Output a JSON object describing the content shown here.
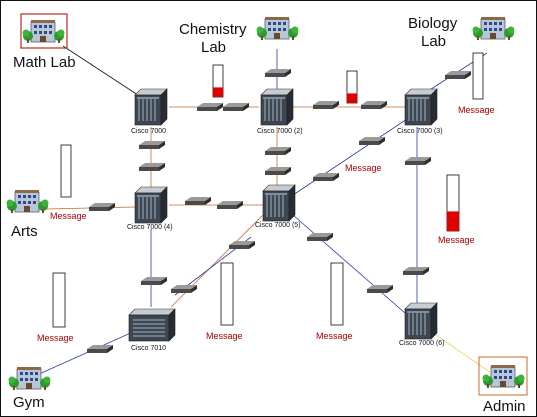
{
  "colors": {
    "link_orange": "#c86a2a",
    "link_blue": "#2a3aa8",
    "link_black": "#111111",
    "link_yellow": "#e6d85a",
    "gauge_fill": "#e00000",
    "message_red": "#b00000",
    "site_frame": "#b03020"
  },
  "sites": {
    "math_lab": {
      "label": "Math Lab",
      "icon": "building-icon"
    },
    "chemistry_lab": {
      "label_line1": "Chemistry",
      "label_line2": "Lab",
      "icon": "building-icon"
    },
    "biology_lab": {
      "label_line1": "Biology",
      "label_line2": "Lab",
      "icon": "building-icon"
    },
    "arts": {
      "label": "Arts",
      "icon": "building-icon"
    },
    "gym": {
      "label": "Gym",
      "icon": "building-icon"
    },
    "admin": {
      "label": "Admin",
      "icon": "building-icon"
    }
  },
  "routers": {
    "r_math": {
      "label": "Cisco 7000",
      "icon": "router-chassis-icon"
    },
    "r2": {
      "label": "Cisco 7000 (2)",
      "icon": "router-chassis-icon"
    },
    "r3": {
      "label": "Cisco 7000 (3)",
      "icon": "router-chassis-icon"
    },
    "r4": {
      "label": "Cisco 7000 (4)",
      "icon": "router-chassis-icon"
    },
    "r5": {
      "label": "Cisco 7000 (5)",
      "icon": "router-chassis-icon"
    },
    "r6": {
      "label": "Cisco 7000 (6)",
      "icon": "router-chassis-icon"
    },
    "r7010": {
      "label": "Cisco 7010",
      "icon": "router-chassis-icon"
    }
  },
  "messages": {
    "m_biology": {
      "label": "Message",
      "level": 0.0
    },
    "m_chemistry_path": {
      "label": "Message",
      "level": null
    },
    "m_right": {
      "label": "Message",
      "level": 0.35
    },
    "m_arts": {
      "label": "Message",
      "level": null
    },
    "m_gym": {
      "label": "Message",
      "level": 0.0
    },
    "m_center": {
      "label": "Message",
      "level": 0.0
    },
    "m_lower_right": {
      "label": "Message",
      "level": 0.0
    },
    "m_arts_gauge": {
      "level": 0.0
    },
    "m_chem_gauge": {
      "level": 0.3
    },
    "m_mid_gauge": {
      "level": 0.3
    }
  }
}
